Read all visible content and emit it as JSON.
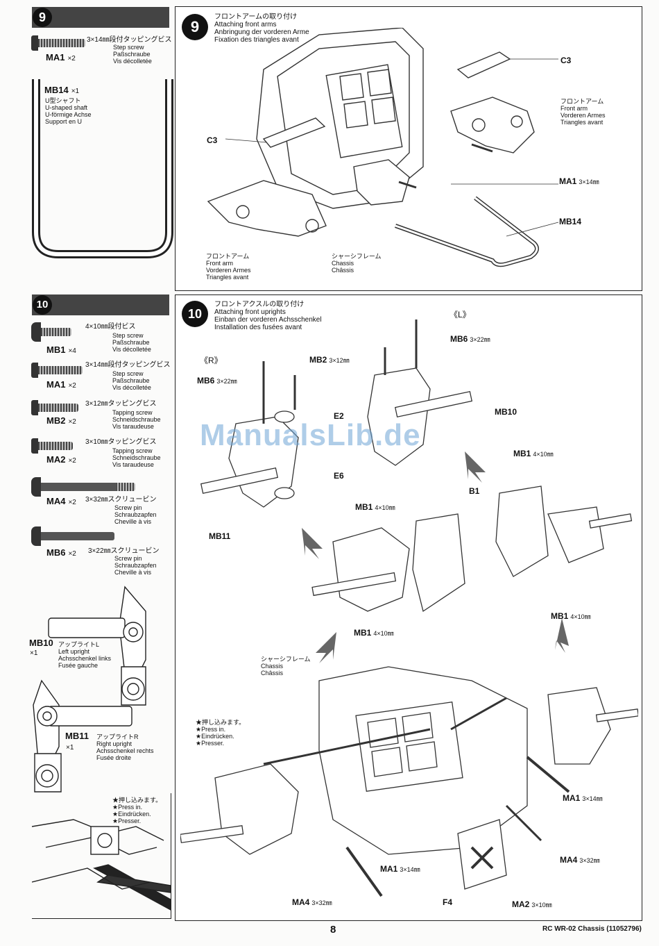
{
  "step9": {
    "number": "9",
    "title_jp": "フロントアームの取り付け",
    "title_en": "Attaching front arms",
    "title_de": "Anbringung der vorderen Arme",
    "title_fr": "Fixation des triangles avant",
    "parts_ma1": {
      "code": "MA1",
      "qty": "×2",
      "size": "3×14㎜段付タッピングビス",
      "en": "Step screw",
      "de": "Paßschraube",
      "fr": "Vis décolletée"
    },
    "parts_mb14": {
      "code": "MB14",
      "qty": "×1",
      "jp": "U型シャフト",
      "en": "U-shaped shaft",
      "de": "U-förmige Achse",
      "fr": "Support en U"
    },
    "labels": {
      "c3_right": "C3",
      "c3_left": "C3",
      "front_arm_right_jp": "フロントアーム",
      "front_arm_right_en": "Front arm",
      "front_arm_right_de": "Vorderen Armes",
      "front_arm_right_fr": "Triangles avant",
      "ma1": "MA1",
      "ma1_size": "3×14㎜",
      "mb14": "MB14",
      "front_arm_left_jp": "フロントアーム",
      "front_arm_left_en": "Front arm",
      "front_arm_left_de": "Vorderen Armes",
      "front_arm_left_fr": "Triangles avant",
      "chassis_jp": "シャーシフレーム",
      "chassis_en": "Chassis",
      "chassis_fr": "Châssis"
    }
  },
  "step10": {
    "number": "10",
    "title_jp": "フロントアクスルの取り付け",
    "title_en": "Attaching front uprights",
    "title_de": "Einban der vorderen Achsschenkel",
    "title_fr": "Installation des fusées avant",
    "parts": [
      {
        "code": "MB1",
        "qty": "×4",
        "size": "4×10㎜段付ビス",
        "en": "Step screw",
        "de": "Paßschraube",
        "fr": "Vis décolletée"
      },
      {
        "code": "MA1",
        "qty": "×2",
        "size": "3×14㎜段付タッピングビス",
        "en": "Step screw",
        "de": "Paßschraube",
        "fr": "Vis décolletée"
      },
      {
        "code": "MB2",
        "qty": "×2",
        "size": "3×12㎜タッピングビス",
        "en": "Tapping screw",
        "de": "Schneidschraube",
        "fr": "Vis taraudeuse"
      },
      {
        "code": "MA2",
        "qty": "×2",
        "size": "3×10㎜タッピングビス",
        "en": "Tapping screw",
        "de": "Schneidschraube",
        "fr": "Vis taraudeuse"
      },
      {
        "code": "MA4",
        "qty": "×2",
        "size": "3×32㎜スクリュービン",
        "en": "Screw pin",
        "de": "Schraubzapfen",
        "fr": "Cheville à vis"
      },
      {
        "code": "MB6",
        "qty": "×2",
        "size": "3×22㎜スクリュービン",
        "en": "Screw pin",
        "de": "Schraubzapfen",
        "fr": "Cheville à vis"
      }
    ],
    "mb10": {
      "code": "MB10",
      "qty": "×1",
      "jp": "アップライトL",
      "en": "Left upright",
      "de": "Achsschenkel links",
      "fr": "Fusée gauche"
    },
    "mb11": {
      "code": "MB11",
      "qty": "×1",
      "jp": "アップライトR",
      "en": "Right upright",
      "de": "Achsschenkel rechts",
      "fr": "Fusée droite"
    },
    "press_left": {
      "jp": "★押し込みます。",
      "en": "★Press in.",
      "de": "★Eindrücken.",
      "fr": "★Presser."
    },
    "press_main": {
      "jp": "★押し込みます。",
      "en": "★Press in.",
      "de": "★Eindrücken.",
      "fr": "★Presser."
    },
    "labels": {
      "side_r": "《R》",
      "side_l": "《L》",
      "mb6_r": "MB6",
      "mb6_r_size": "3×22㎜",
      "mb2": "MB2",
      "mb2_size": "3×12㎜",
      "mb6_l": "MB6",
      "mb6_l_size": "3×22㎜",
      "e2": "E2",
      "e6": "E6",
      "mb10": "MB10",
      "mb11": "MB11",
      "mb1_a": "MB1",
      "mb1_a_size": "4×10㎜",
      "b1": "B1",
      "mb1_b": "MB1",
      "mb1_b_size": "4×10㎜",
      "mb1_c": "MB1",
      "mb1_c_size": "4×10㎜",
      "mb1_d": "MB1",
      "mb1_d_size": "4×10㎜",
      "chassis_jp": "シャーシフレーム",
      "chassis_en": "Chassis",
      "chassis_fr": "Châssis",
      "ma1_r": "MA1",
      "ma1_r_size": "3×14㎜",
      "ma4_r": "MA4",
      "ma4_r_size": "3×32㎜",
      "ma1_b": "MA1",
      "ma1_b_size": "3×14㎜",
      "ma4_b": "MA4",
      "ma4_b_size": "3×32㎜",
      "f4": "F4",
      "ma2": "MA2",
      "ma2_size": "3×10㎜"
    }
  },
  "watermark": "ManualsLib.de",
  "footer": {
    "page": "8",
    "doc": "RC WR-02 Chassis (11052796)"
  }
}
